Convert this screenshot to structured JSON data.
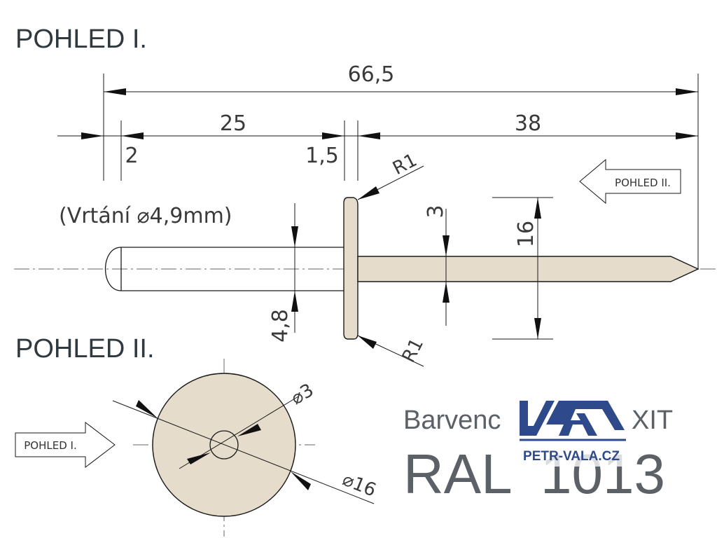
{
  "view1": {
    "heading": "POHLED I.",
    "arrow_label": "POHLED II."
  },
  "view2": {
    "heading": "POHLED II.",
    "arrow_label": "POHLED I."
  },
  "drill_note": "(Vrtání ⌀4,9mm)",
  "dimensions": {
    "overall_length": "66,5",
    "body_length": "25",
    "mandrel_length": "38",
    "offset_left": "2",
    "head_thickness": "1,5",
    "radius_top": "R1",
    "radius_bottom": "R1",
    "mandrel_dia": "3",
    "head_dia": "16",
    "body_dia": "4,8",
    "hole_dia": "⌀3",
    "flange_dia": "⌀16"
  },
  "colour_note": {
    "label_left": "Barvenc",
    "label_right": "XIT",
    "ral_left": "RAL",
    "ral_right": "1013"
  },
  "logo": {
    "text": "PETR-VALA.CZ",
    "icon": "petr-vala-logo-icon"
  },
  "colors": {
    "part_fill": "#e5dccb",
    "heading": "#2f3a40",
    "logo": "#2f4a8a"
  }
}
